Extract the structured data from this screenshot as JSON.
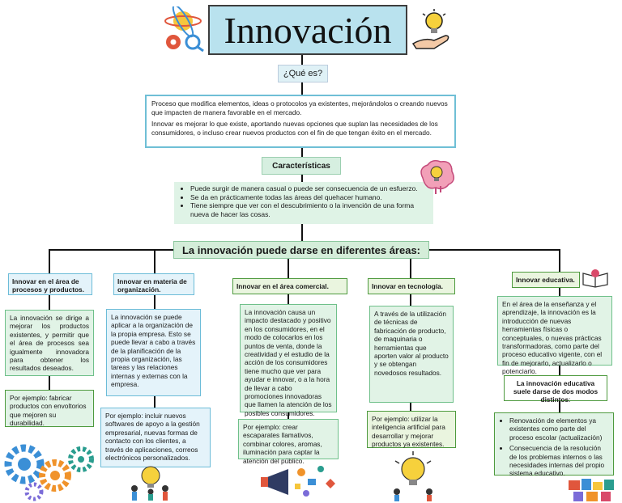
{
  "title": "Innovación",
  "que_es": "¿Qué es?",
  "definition": {
    "p1": "Proceso que modifica elementos, ideas o protocolos ya existentes, mejorándolos o creando nuevos que impacten de manera favorable en el mercado.",
    "p2": "Innovar es mejorar lo que existe, aportando nuevas opciones que suplan las necesidades de los consumidores, o incluso crear nuevos productos con el fin de que tengan éxito en el mercado."
  },
  "caracteristicas": {
    "label": "Características",
    "items": [
      "Puede surgir de manera casual o puede ser consecuencia de un esfuerzo.",
      "Se da en prácticamente todas las áreas del quehacer humano.",
      "Tiene siempre que ver con el descubrimiento o la invención de una forma nueva de hacer las cosas."
    ]
  },
  "areas_title": "La innovación puede darse en diferentes áreas:",
  "columns": {
    "procesos": {
      "header": "Innovar en el área de procesos y productos.",
      "body": "La innovación se dirige a mejorar los productos existentes, y permitir que el área de procesos sea igualmente innovadora para obtener los resultados deseados.",
      "example": "Por ejemplo: fabricar productos con envoltorios que mejoren su durabilidad."
    },
    "organizacion": {
      "header": "Innovar en materia de organización.",
      "body": "La innovación se puede aplicar a la organización de la propia empresa. Esto se puede llevar a cabo a través de la planificación de la propia organización, las tareas y las relaciones internas y externas con la empresa.",
      "example": "Por ejemplo: incluir nuevos softwares de apoyo a la gestión empresarial, nuevas formas de contacto con los clientes, a través de aplicaciones, correos electrónicos personalizados."
    },
    "comercial": {
      "header": "Innovar en el área comercial.",
      "body": "La innovación causa un impacto destacado y positivo en los consumidores, en el modo de colocarlos en los puntos de venta, donde la creatividad y el estudio de la acción de los consumidores tiene mucho que ver para ayudar e innovar, o a la hora de llevar a cabo promociones innovadoras que llamen la atención de los posibles consumidores.",
      "example": "Por ejemplo: crear escaparates llamativos, combinar colores, aromas, iluminación para captar la atención del público."
    },
    "tecnologia": {
      "header": "Innovar en tecnología.",
      "body": "A través de la utilización de técnicas de fabricación de producto, de maquinaria o herramientas que aporten valor al producto y se obtengan novedosos resultados.",
      "example": "Por ejemplo: utilizar la inteligencia artificial para desarrollar y mejorar productos ya existentes."
    },
    "educativa": {
      "header": "Innovar educativa.",
      "body": "En el área de la enseñanza y el aprendizaje, la innovación es la introducción de nuevas herramientas físicas o conceptuales, o nuevas prácticas transformadoras, como parte del proceso educativo vigente, con el fin de mejorarlo, actualizarlo o potenciarlo.",
      "modes_title": "La innovación educativa suele darse de dos modos distintos",
      "modes_suffix": ":",
      "modes": [
        "Renovación de elementos ya existentes como parte del proceso escolar (actualización)",
        "Consecuencia de la resolución de los problemas internos o las necesidades internas del propio sistema educativo."
      ]
    }
  },
  "colors": {
    "title_bg": "#b9e2ee",
    "green_box": "#e1f3e6",
    "blue_box": "#e4f3fa",
    "green_border": "#4e9a3e",
    "blue_border": "#6cbcd8"
  }
}
